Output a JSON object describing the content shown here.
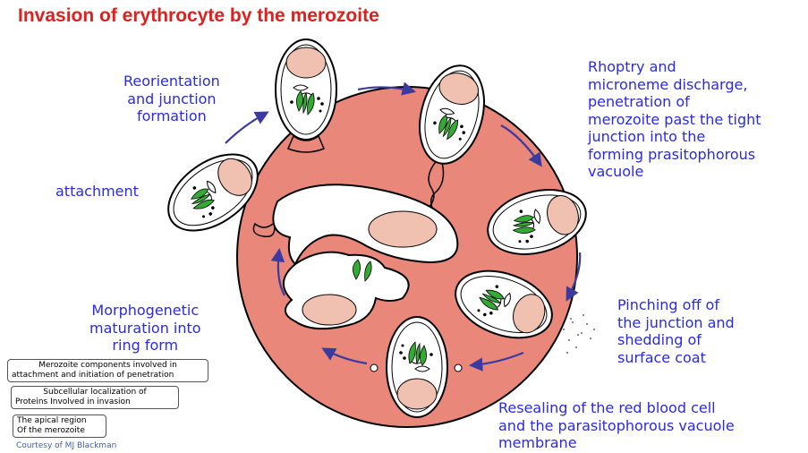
{
  "title": "Invasion of erythrocyte by the  merozoite",
  "labels": {
    "attachment": "attachment",
    "reorientation": [
      "Reorientation",
      "and junction",
      "formation"
    ],
    "rhoptry": [
      "Rhoptry and",
      "microneme discharge,",
      "penetration of",
      "merozoite past the tight",
      "junction into the",
      "forming prasitophorous",
      "vacuole"
    ],
    "pinching": [
      "Pinching off of",
      "the junction and",
      "shedding of",
      "surface coat"
    ],
    "resealing": [
      "Resealing of the red blood cell",
      "and the parasitophorous vacuole",
      "membrane"
    ],
    "morphogenetic": [
      "Morphogenetic",
      "maturation into",
      "ring form"
    ]
  },
  "legend_boxes": [
    [
      "Merozoite components involved in",
      "attachment and initiation of penetration"
    ],
    [
      "Subcellular localization of",
      "Proteins Involved in invasion"
    ],
    [
      "The apical region",
      "Of the merozoite"
    ]
  ],
  "courtesy": "Courtesy of MJ Blackman",
  "colors": {
    "title": "#e0201c",
    "labels": "#2a2ae8",
    "red_cell": "#e8877a",
    "nucleus": "#f0c0b0",
    "organelles": "#33aa33",
    "arrows": "#3a3aa0"
  }
}
